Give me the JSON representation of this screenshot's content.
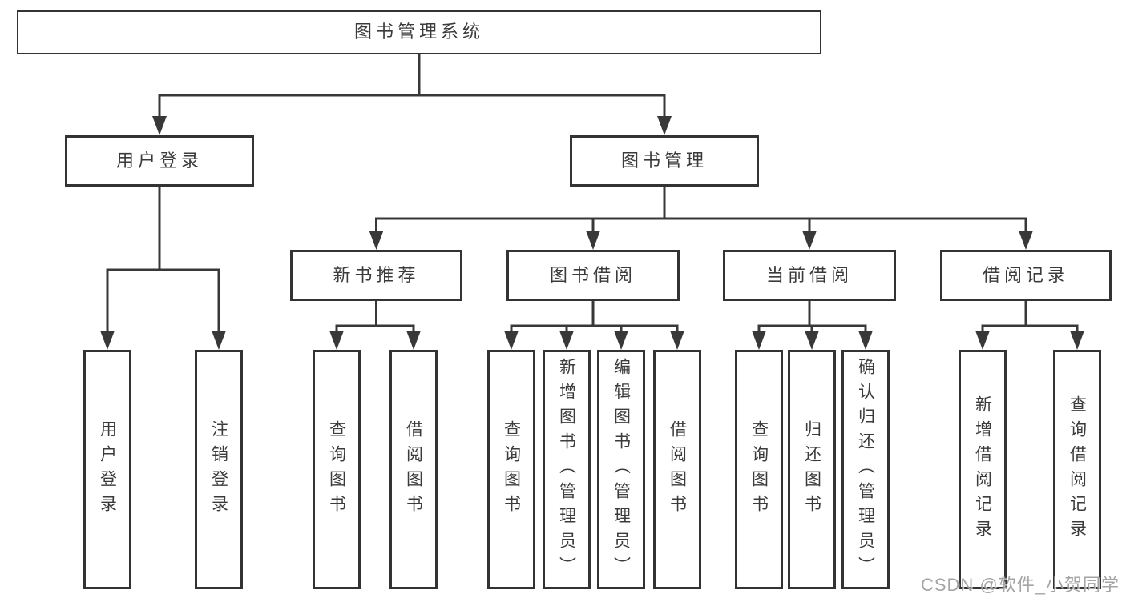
{
  "diagram": {
    "root": {
      "label": "图书管理系统",
      "children": [
        {
          "label": "用户登录",
          "children": [
            {
              "label": "用户登录"
            },
            {
              "label": "注销登录"
            }
          ]
        },
        {
          "label": "图书管理",
          "children": [
            {
              "label": "新书推荐",
              "children": [
                {
                  "label": "查询图书"
                },
                {
                  "label": "借阅图书"
                }
              ]
            },
            {
              "label": "图书借阅",
              "children": [
                {
                  "label": "查询图书"
                },
                {
                  "label": "新增图书（管理员）"
                },
                {
                  "label": "编辑图书（管理员）"
                },
                {
                  "label": "借阅图书"
                }
              ]
            },
            {
              "label": "当前借阅",
              "children": [
                {
                  "label": "查询图书"
                },
                {
                  "label": "归还图书"
                },
                {
                  "label": "确认归还（管理员）"
                }
              ]
            },
            {
              "label": "借阅记录",
              "children": [
                {
                  "label": "新增借阅记录"
                },
                {
                  "label": "查询借阅记录"
                }
              ]
            }
          ]
        }
      ]
    },
    "watermark": "CSDN @软件_小贺同学",
    "colors": {
      "line": "#383838",
      "box_border": "#333333",
      "text": "#3b3b3b",
      "background": "#ffffff",
      "watermark": "#9d9d9d"
    }
  }
}
